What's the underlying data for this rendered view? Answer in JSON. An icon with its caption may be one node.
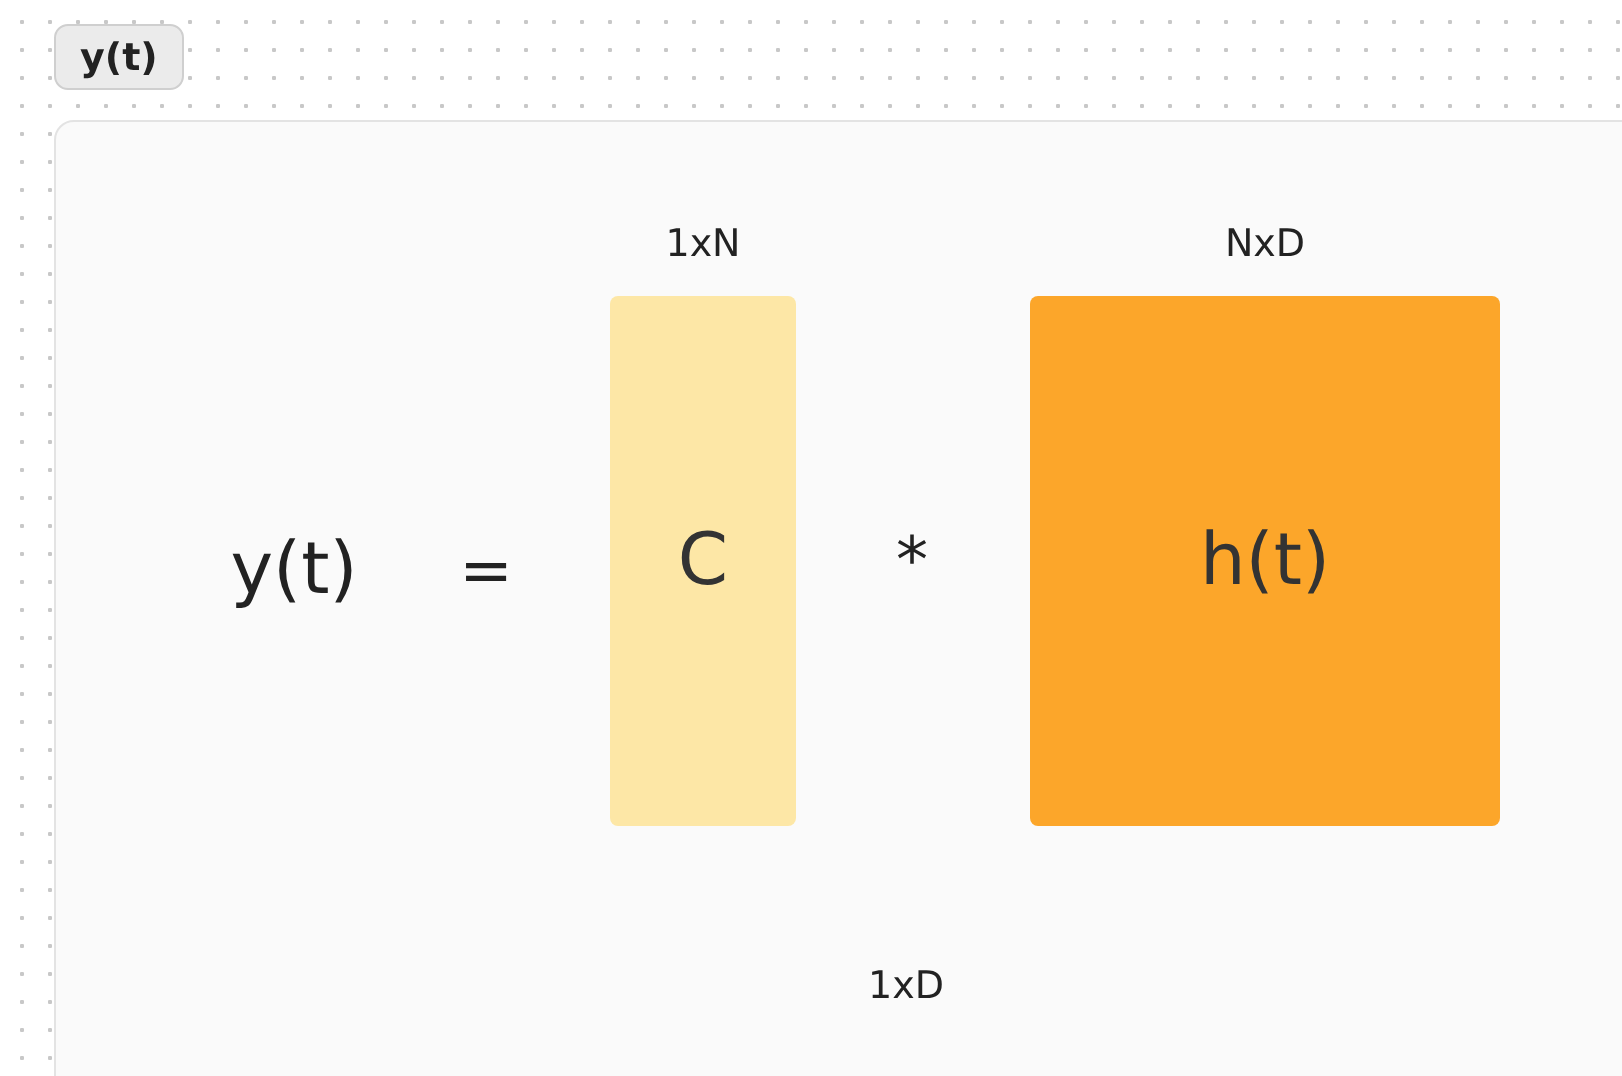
{
  "diagram": {
    "title": "y(t)",
    "nodes": [
      {
        "text": [
          "C"
        ],
        "beside": [
          "1xN"
        ]
      },
      {
        "text": [
          "h(t)"
        ],
        "beside": [
          "NxD"
        ]
      }
    ],
    "labels": [
      "y(t)",
      "=",
      "*",
      "1xD"
    ]
  }
}
